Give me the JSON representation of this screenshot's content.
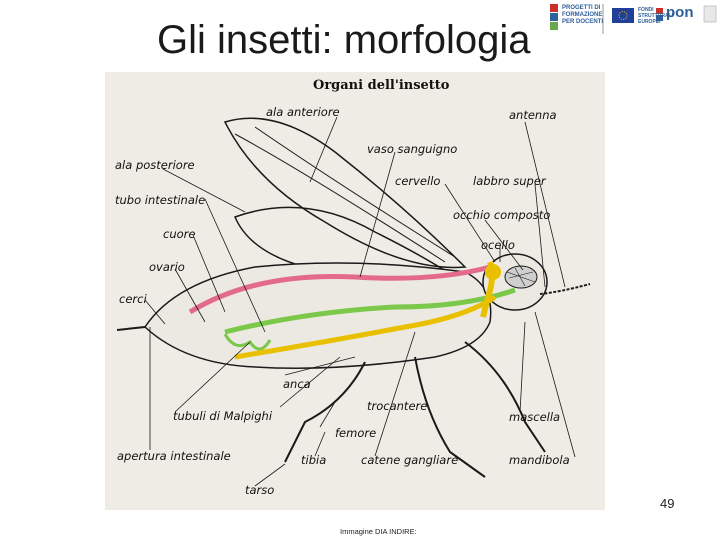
{
  "slide": {
    "title": "Gli insetti: morfologia",
    "page_number": "49",
    "credit": "Immagine DIA INDIRE:"
  },
  "logos": {
    "left_logo_lines": [
      "PROGETTI DI",
      "FORMAZIONE",
      "PER DOCENTI"
    ],
    "right_logo_lines": [
      "FONDI",
      "STRUTTURALI",
      "EUROPEI"
    ],
    "pon_text": "pon"
  },
  "figure": {
    "title": "Organi dell'insetto",
    "labels": {
      "ala_anteriore": "ala anteriore",
      "antenna": "antenna",
      "vaso_sanguigno": "vaso sanguigno",
      "ala_posteriore": "ala posteriore",
      "cervello": "cervello",
      "labbro_superiore": "labbro super",
      "tubo_intestinale": "tubo intestinale",
      "occhio_composto": "occhio composto",
      "cuore": "cuore",
      "ocello": "ocello",
      "ovario": "ovario",
      "cerci": "cerci",
      "anca": "anca",
      "trocantere": "trocantere",
      "tubuli_malpighi": "tubuli di Malpighi",
      "mascella": "mascella",
      "femore": "femore",
      "aperture_intestinale": "apertura intestinale",
      "tibia": "tibia",
      "catene_gangliare": "catene gangliare",
      "mandibola": "mandibola",
      "tarso": "tarso"
    }
  },
  "colors": {
    "vessel": "#e46a8c",
    "nerve": "#e8c000",
    "gut": "#7bc84a",
    "outline": "#1a1a1a"
  }
}
